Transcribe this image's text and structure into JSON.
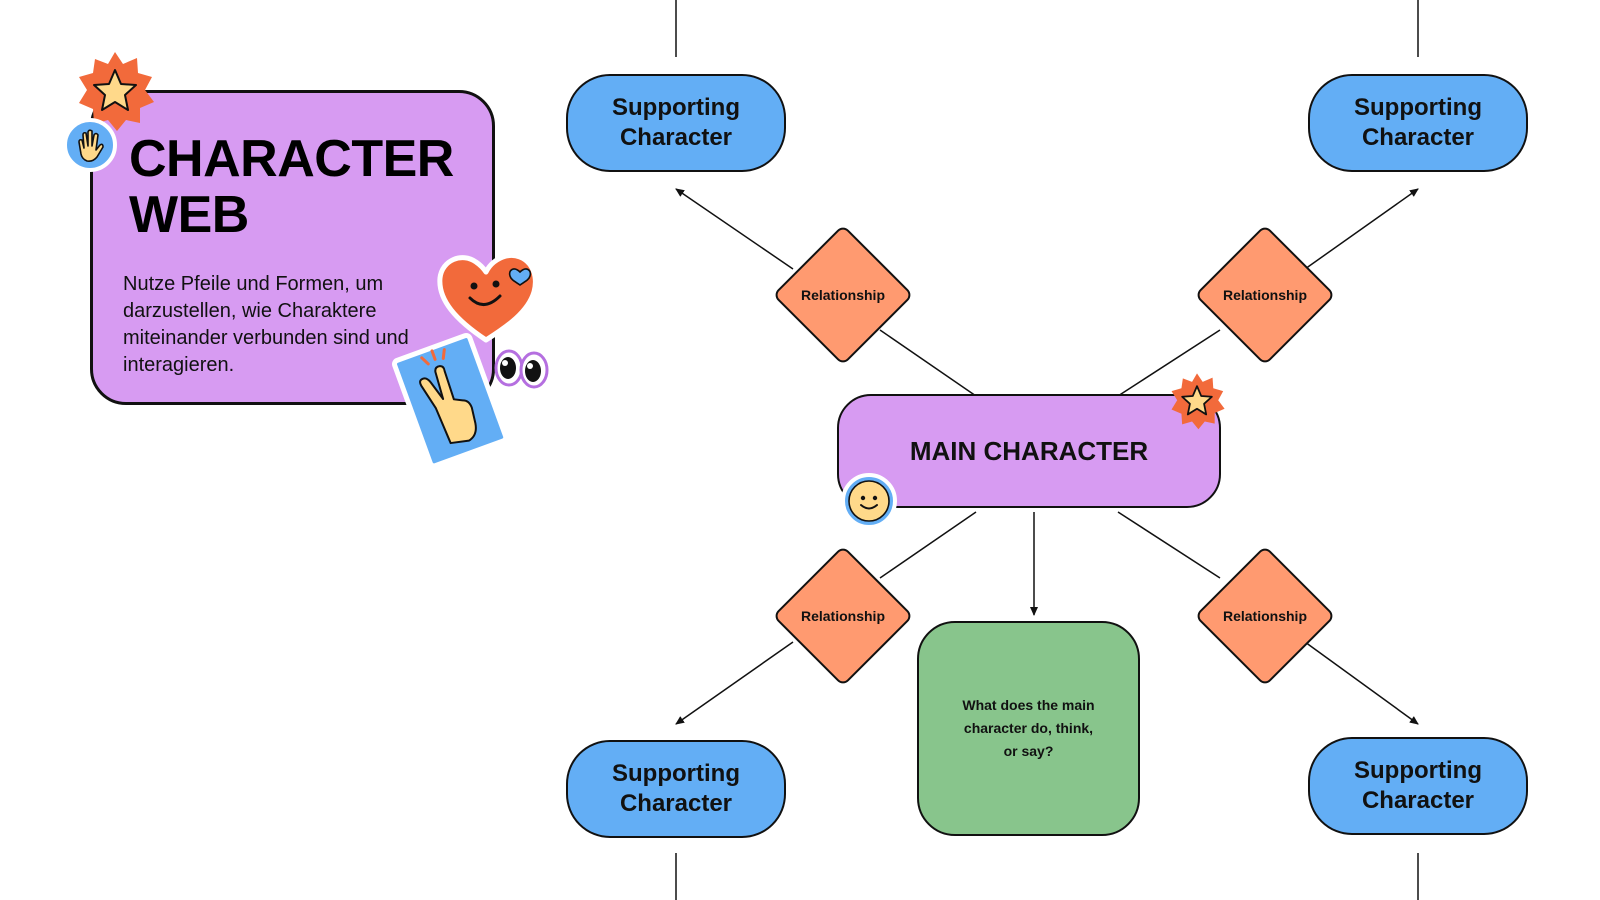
{
  "title_card": {
    "title_line1": "CHARACTER",
    "title_line2": "WEB",
    "description": "Nutze Pfeile und Formen, um darzustellen, wie Charaktere miteinander verbunden sind und interagieren."
  },
  "main_character": {
    "label": "MAIN CHARACTER"
  },
  "supporting_characters": [
    {
      "line1": "Supporting",
      "line2": "Character"
    },
    {
      "line1": "Supporting",
      "line2": "Character"
    },
    {
      "line1": "Supporting",
      "line2": "Character"
    },
    {
      "line1": "Supporting",
      "line2": "Character"
    }
  ],
  "relationships": [
    {
      "label": "Relationship"
    },
    {
      "label": "Relationship"
    },
    {
      "label": "Relationship"
    },
    {
      "label": "Relationship"
    }
  ],
  "question_box": {
    "line1": "What does the main",
    "line2": "character do, think,",
    "line3": "or say?"
  },
  "colors": {
    "supporting": "#63aef5",
    "main": "#d79bf2",
    "relationship": "#ff9a70",
    "question": "#88c58c",
    "outline": "#111111"
  },
  "stickers": [
    "star-badge-icon",
    "waving-hand-icon",
    "smiling-heart-icon",
    "googly-eyes-icon",
    "peace-hand-card-icon",
    "smiley-face-icon"
  ]
}
